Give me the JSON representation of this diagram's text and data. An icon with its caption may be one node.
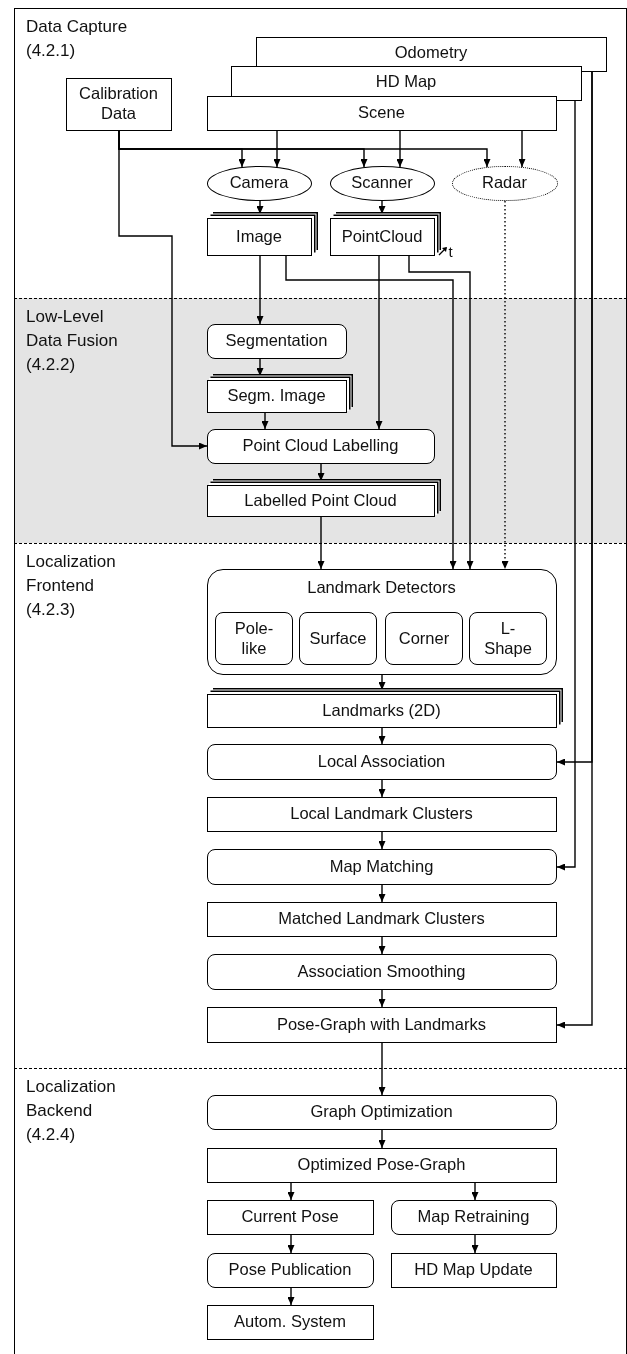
{
  "diagram": {
    "nodes": [
      {
        "text": [
          "Data Capture (4.2.1)"
        ]
      },
      {
        "text": [
          "Low-Level Data Fusion (4.2.2)"
        ]
      },
      {
        "text": [
          "Localization Frontend (4.2.3)"
        ]
      },
      {
        "text": [
          "Localization Backend (4.2.4)"
        ]
      },
      {
        "text": [
          "Odometry"
        ],
        "in": 0
      },
      {
        "text": [
          "HD Map"
        ],
        "in": 0
      },
      {
        "text": [
          "Scene"
        ],
        "in": 0
      },
      {
        "text": [
          "Calibration Data"
        ],
        "in": 0
      },
      {
        "text": [
          "Camera"
        ],
        "in": 0
      },
      {
        "text": [
          "Scanner"
        ],
        "in": 0
      },
      {
        "text": [
          "Radar"
        ],
        "in": 0
      },
      {
        "text": [
          "Image"
        ],
        "in": 0
      },
      {
        "text": [
          "PointCloud"
        ],
        "in": 0,
        "beside": [
          "t"
        ]
      },
      {
        "text": [
          "Segmentation"
        ],
        "in": 1
      },
      {
        "text": [
          "Segm. Image"
        ],
        "in": 1
      },
      {
        "text": [
          "Point Cloud Labelling"
        ],
        "in": 1
      },
      {
        "text": [
          "Labelled Point Cloud"
        ],
        "in": 1
      },
      {
        "text": [
          "Landmark Detectors"
        ],
        "in": 2
      },
      {
        "text": [
          "Pole-like"
        ],
        "in": 17
      },
      {
        "text": [
          "Surface"
        ],
        "in": 17
      },
      {
        "text": [
          "Corner"
        ],
        "in": 17
      },
      {
        "text": [
          "L-Shape"
        ],
        "in": 17
      },
      {
        "text": [
          "Landmarks (2D)"
        ],
        "in": 2
      },
      {
        "text": [
          "Local Association"
        ],
        "in": 2
      },
      {
        "text": [
          "Local Landmark Clusters"
        ],
        "in": 2
      },
      {
        "text": [
          "Map Matching"
        ],
        "in": 2
      },
      {
        "text": [
          "Matched Landmark Clusters"
        ],
        "in": 2
      },
      {
        "text": [
          "Association Smoothing"
        ],
        "in": 2
      },
      {
        "text": [
          "Pose-Graph with Landmarks"
        ],
        "in": 2
      },
      {
        "text": [
          "Graph Optimization"
        ],
        "in": 3
      },
      {
        "text": [
          "Optimized Pose-Graph"
        ],
        "in": 3
      },
      {
        "text": [
          "Current Pose"
        ],
        "in": 3
      },
      {
        "text": [
          "Map Retraining"
        ],
        "in": 3
      },
      {
        "text": [
          "Pose Publication"
        ],
        "in": 3
      },
      {
        "text": [
          "HD Map Update"
        ],
        "in": 3
      },
      {
        "text": [
          "Autom. System"
        ],
        "in": 3
      }
    ],
    "edges": [
      {
        "from": 6,
        "to": 8,
        "arrow": "to"
      },
      {
        "from": 6,
        "to": 9,
        "arrow": "to"
      },
      {
        "from": 6,
        "to": 10,
        "arrow": "to"
      },
      {
        "from": 7,
        "to": 8,
        "arrow": "to"
      },
      {
        "from": 7,
        "to": 9,
        "arrow": "to"
      },
      {
        "from": 7,
        "to": 10,
        "arrow": "to"
      },
      {
        "from": 7,
        "to": 15,
        "arrow": "to"
      },
      {
        "from": 8,
        "to": 11,
        "arrow": "to"
      },
      {
        "from": 9,
        "to": 12,
        "arrow": "to"
      },
      {
        "from": 11,
        "to": 13,
        "arrow": "to"
      },
      {
        "from": 11,
        "to": 17,
        "arrow": "to"
      },
      {
        "from": 12,
        "to": 15,
        "arrow": "to"
      },
      {
        "from": 12,
        "to": 17,
        "arrow": "to"
      },
      {
        "from": 10,
        "to": 17,
        "arrow": "to",
        "style": "dashed"
      },
      {
        "from": 13,
        "to": 14,
        "arrow": "to"
      },
      {
        "from": 14,
        "to": 15,
        "arrow": "to"
      },
      {
        "from": 15,
        "to": 16,
        "arrow": "to"
      },
      {
        "from": 16,
        "to": 17,
        "arrow": "to"
      },
      {
        "from": 17,
        "to": 22,
        "arrow": "to"
      },
      {
        "from": 22,
        "to": 23,
        "arrow": "to"
      },
      {
        "from": 23,
        "to": 24,
        "arrow": "to"
      },
      {
        "from": 24,
        "to": 25,
        "arrow": "to"
      },
      {
        "from": 25,
        "to": 26,
        "arrow": "to"
      },
      {
        "from": 26,
        "to": 27,
        "arrow": "to"
      },
      {
        "from": 27,
        "to": 28,
        "arrow": "to"
      },
      {
        "from": 28,
        "to": 29,
        "arrow": "to"
      },
      {
        "from": 29,
        "to": 30,
        "arrow": "to"
      },
      {
        "from": 30,
        "to": 31,
        "arrow": "to"
      },
      {
        "from": 30,
        "to": 32,
        "arrow": "to"
      },
      {
        "from": 31,
        "to": 33,
        "arrow": "to"
      },
      {
        "from": 33,
        "to": 35,
        "arrow": "to"
      },
      {
        "from": 32,
        "to": 34,
        "arrow": "to"
      },
      {
        "from": 5,
        "to": 25,
        "arrow": "to"
      },
      {
        "from": 4,
        "to": 23,
        "arrow": "to"
      },
      {
        "from": 4,
        "to": 28,
        "arrow": "to"
      }
    ]
  }
}
